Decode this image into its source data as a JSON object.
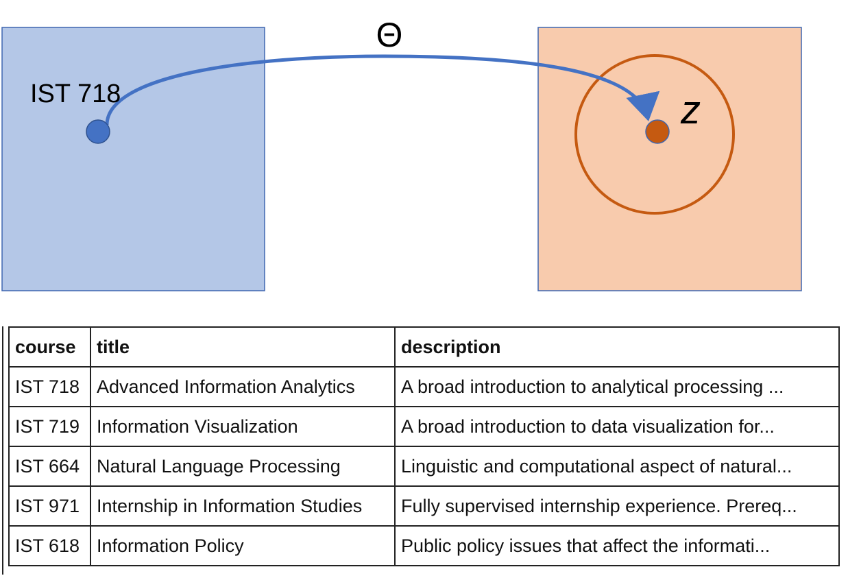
{
  "diagram": {
    "source_label": "IST 718",
    "mapping_label": "Θ",
    "target_label": "z",
    "colors": {
      "source_fill": "#b4c7e7",
      "source_stroke": "#3f66b0",
      "source_point": "#4472c4",
      "arrow": "#4472c4",
      "target_fill": "#f8cbad",
      "target_stroke": "#3f66b0",
      "target_point": "#c55a11",
      "neighborhood": "#c55a11"
    }
  },
  "table": {
    "headers": [
      "course",
      "title",
      "description"
    ],
    "rows": [
      [
        "IST 718",
        "Advanced Information Analytics",
        "A broad introduction to analytical processing ..."
      ],
      [
        "IST 719",
        "Information Visualization",
        "A broad introduction to data visualization for..."
      ],
      [
        "IST 664",
        "Natural Language Processing",
        "Linguistic and computational aspect of natural..."
      ],
      [
        "IST 971",
        "Internship in Information Studies",
        "Fully supervised internship experience. Prereq..."
      ],
      [
        "IST 618",
        "Information Policy",
        "Public policy issues that affect the informati..."
      ]
    ]
  }
}
